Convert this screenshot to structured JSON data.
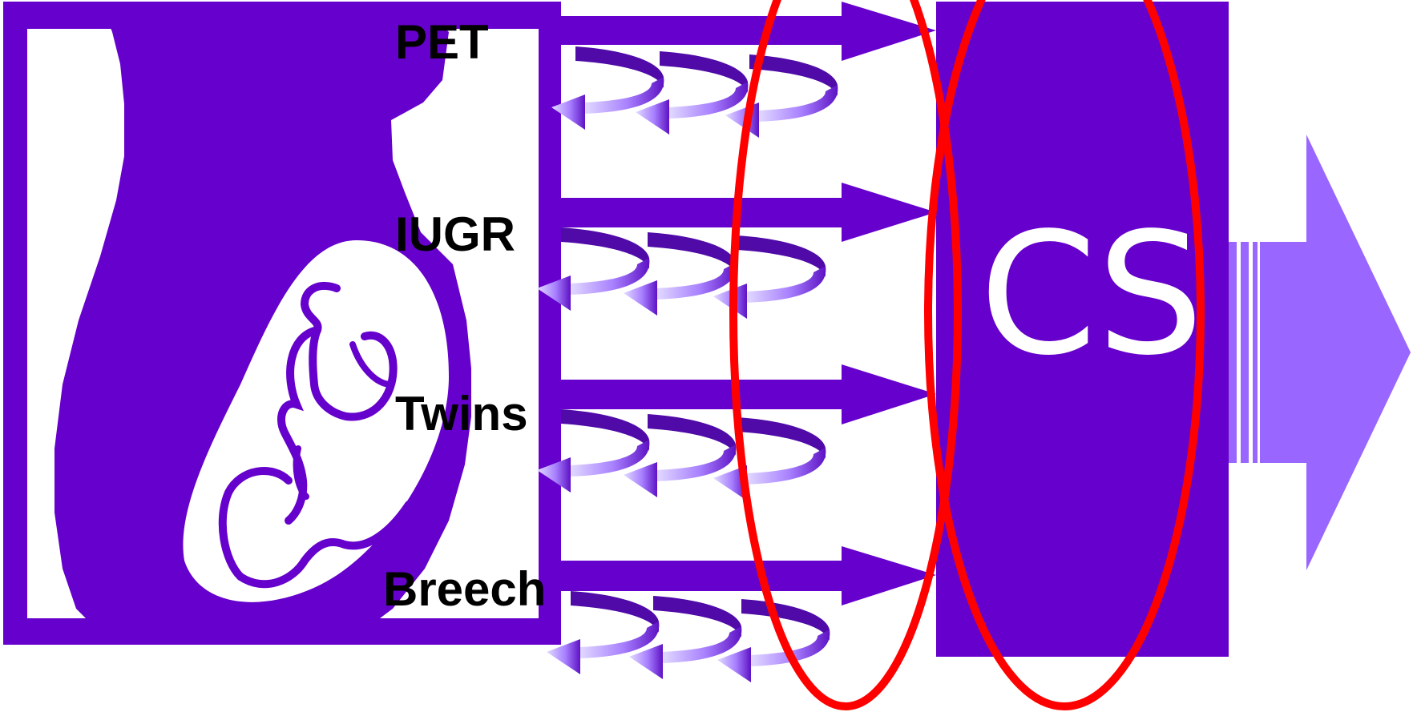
{
  "conditions": [
    {
      "label": "PET"
    },
    {
      "label": "IUGR"
    },
    {
      "label": "Twins"
    },
    {
      "label": "Breech"
    }
  ],
  "outcome": {
    "label": "CS"
  },
  "colors": {
    "primary": "#6600cc",
    "light_arrow": "#9966ff",
    "highlight_ring": "#ff0000",
    "curl_light": "#d7d0ff",
    "curl_mid": "#a070ff",
    "curl_dark": "#6a1fd0"
  },
  "icons": {
    "illustration": "pregnant-woman-fetus-icon",
    "connector": "right-arrow-icon",
    "feedback": "curl-arrow-icon",
    "result": "big-right-arrow-icon"
  }
}
